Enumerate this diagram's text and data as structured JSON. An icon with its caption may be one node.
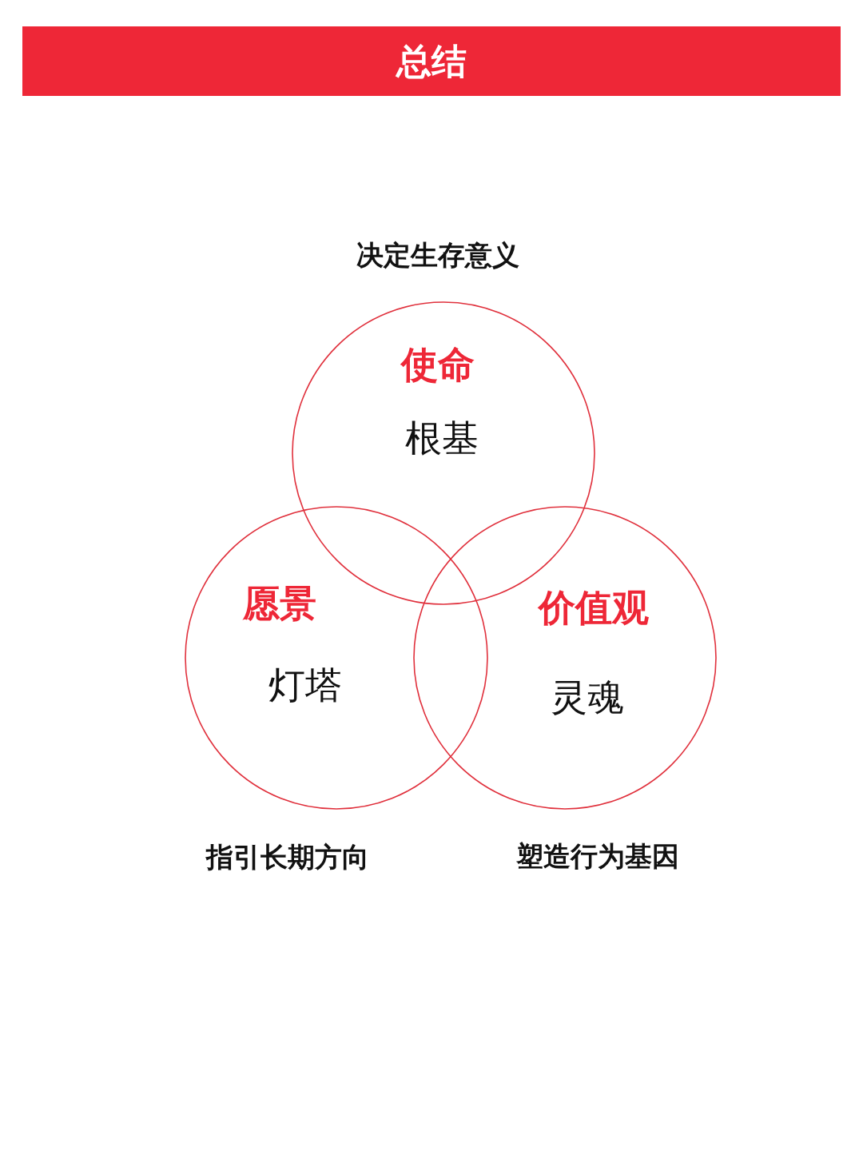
{
  "diagram": {
    "title": "总结",
    "nodes": [
      {
        "text": [
          "使命",
          "根基"
        ],
        "beside": [
          "决定生存意义"
        ]
      },
      {
        "text": [
          "愿景",
          "灯塔"
        ],
        "beside": [
          "指引长期方向"
        ]
      },
      {
        "text": [
          "价值观",
          "灵魂"
        ],
        "beside": [
          "塑造行为基因"
        ]
      }
    ]
  }
}
